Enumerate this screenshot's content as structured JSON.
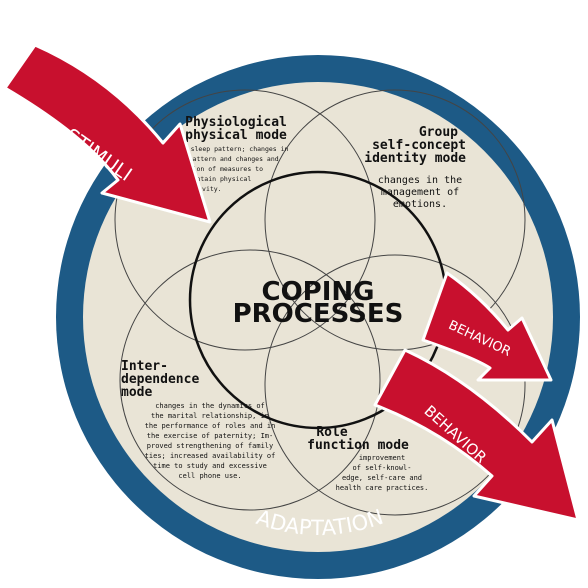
{
  "colors": {
    "outer_ring": "#1d5a86",
    "inner_fill": "#e9e4d6",
    "arrow_red": "#c8102e",
    "text_dark": "#111111",
    "text_light": "#ffffff"
  },
  "labels": {
    "stimuli": "STIMULI",
    "behavior_1": "BEHAVIOR",
    "behavior_2": "BEHAVIOR",
    "adaptation": "ADAPTATION",
    "center_line1": "COPING",
    "center_line2": "PROCESSES"
  },
  "modes": {
    "physiological": {
      "title1": "Physiological",
      "title2": "physical mode",
      "lines": [
        "changes in sleep pattern; changes in",
        "dietary pattern and changes and",
        "adoption of measures to",
        "maintain physical",
        "activity."
      ]
    },
    "group": {
      "title1": "Group",
      "title2": "self-concept",
      "title3": "identity mode",
      "lines": [
        "changes in the",
        "management of",
        "emotions."
      ]
    },
    "interdependence": {
      "title1": "Inter-",
      "title2": "dependence",
      "title3": "mode",
      "lines": [
        "changes in the dynamics of",
        "the marital relationship, in",
        "the performance of roles and in",
        "the exercise of paternity; Im-",
        "proved strengthening of family",
        "ties; increased availability of",
        "time to study and excessive",
        "cell phone use."
      ]
    },
    "role": {
      "title1": "Role",
      "title2": "function mode",
      "lines": [
        "improvement",
        "of self-knowl-",
        "edge, self-care and",
        "health care practices."
      ]
    }
  }
}
